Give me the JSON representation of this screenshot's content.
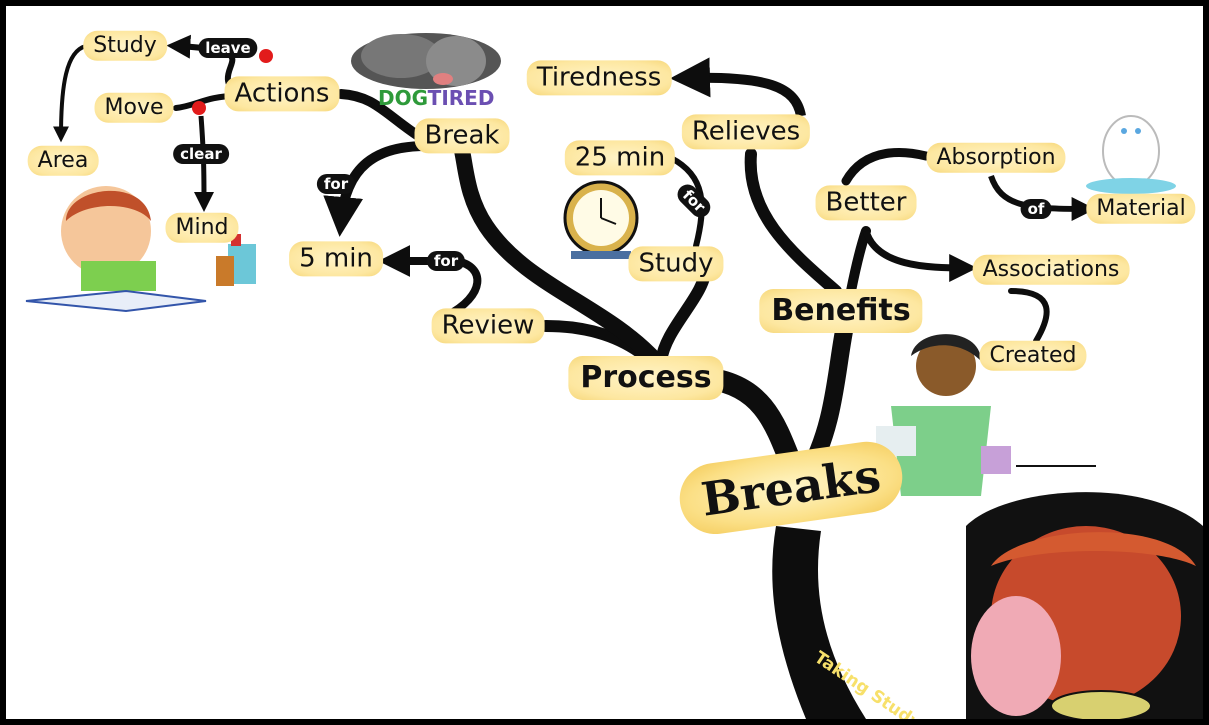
{
  "root": {
    "label": "Breaks"
  },
  "nodes": {
    "study_top": "Study",
    "move": "Move",
    "area": "Area",
    "actions": "Actions",
    "mind": "Mind",
    "break": "Break",
    "five_min": "5 min",
    "review": "Review",
    "process": "Process",
    "tiredness": "Tiredness",
    "relieves": "Relieves",
    "twentyfive_min": "25 min",
    "study_mid": "Study",
    "benefits": "Benefits",
    "better": "Better",
    "absorption": "Absorption",
    "material": "Material",
    "associations": "Associations",
    "created": "Created"
  },
  "edge_labels": {
    "leave": "leave",
    "clear": "clear",
    "for_break": "for",
    "for_review": "for",
    "for_study": "for",
    "of": "of"
  },
  "branding": {
    "dog": "DOG",
    "tired": "TIRED",
    "taking_study": "Taking Study"
  },
  "colors": {
    "branch": "#0d0d0d",
    "node_fill": "#fde7a0",
    "root_fill": "#fbdf85",
    "red_dot": "#e21b1b",
    "dog_green": "#2e9a3a",
    "tired_purple": "#6b4fb2"
  }
}
